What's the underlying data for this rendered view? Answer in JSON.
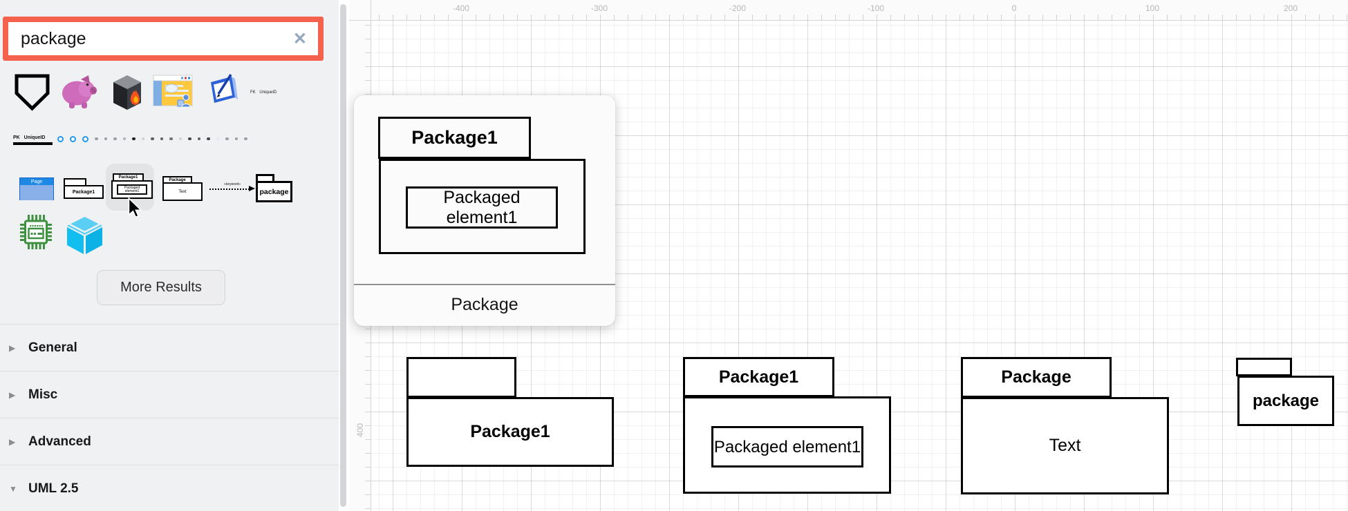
{
  "colors": {
    "search_highlight_red": "#F4614D",
    "pager_active_blue": "#2196F3",
    "page_shape_blue": "#1E88E5",
    "chip_green": "#3F9142",
    "cube_cyan": "#12BEF0",
    "sidebar_bg": "#EFF1F3"
  },
  "search": {
    "value": "package",
    "clear_icon": "✕"
  },
  "icons": {
    "chevron_right": "▶",
    "chevron_down": "▼",
    "icon_names": [
      "pentagon-shield",
      "piggy-bank",
      "firewall-server",
      "application-window-user",
      "vote-pencil",
      "fk-unique-id-row",
      "pk-unique-id-row",
      "page",
      "uml-package",
      "uml-package-with-element",
      "uml-package-text",
      "dependency-arrow",
      "uml-package-bold",
      "microchip",
      "package-cube"
    ]
  },
  "palette": {
    "fk_label": "FK UniqueID",
    "pk_label": "PK UniqueID",
    "page": {
      "label": "Page"
    },
    "package1_folder": {
      "label": "Package1"
    },
    "package_element": {
      "tab": "Package1",
      "inner": "Packaged element1"
    },
    "package_text": {
      "tab": "Package",
      "body": "Text"
    },
    "arrow": {
      "label": "«keyword»"
    },
    "package_bold": {
      "label": "package"
    },
    "dots": [
      {
        "type": "ring"
      },
      {
        "type": "ring"
      },
      {
        "type": "ring"
      },
      {
        "type": "dot",
        "color": "#9aa0a6"
      },
      {
        "type": "dot",
        "color": "#9aa0a6"
      },
      {
        "type": "dot",
        "color": "#9aa0a6"
      },
      {
        "type": "dot",
        "color": "#aeb2b6"
      },
      {
        "type": "dot",
        "color": "#1e2124"
      },
      {
        "type": "dot",
        "color": "#ced1d5"
      },
      {
        "type": "dot",
        "color": "#5c6065"
      },
      {
        "type": "dot",
        "color": "#5c6065"
      },
      {
        "type": "dot",
        "color": "#70747a"
      },
      {
        "type": "dot",
        "color": "#ced1d5"
      },
      {
        "type": "dot",
        "color": "#45494e"
      },
      {
        "type": "dot",
        "color": "#5c6065"
      },
      {
        "type": "dot",
        "color": "#45494e"
      },
      {
        "type": "dot",
        "color": "#dde9f8"
      },
      {
        "type": "dot",
        "color": "#9aa0a6"
      },
      {
        "type": "dot",
        "color": "#9aa0a6"
      },
      {
        "type": "dot",
        "color": "#9aa0a6"
      }
    ]
  },
  "more_results": {
    "label": "More Results"
  },
  "sections": [
    {
      "label": "General",
      "expanded": false
    },
    {
      "label": "Misc",
      "expanded": false
    },
    {
      "label": "Advanced",
      "expanded": false
    },
    {
      "label": "UML 2.5",
      "expanded": true
    }
  ],
  "preview": {
    "tab": "Package1",
    "inner": "Packaged element1",
    "caption": "Package"
  },
  "rulers": {
    "h_labels": [
      "-400",
      "-300",
      "-200",
      "-100",
      "0",
      "100",
      "200"
    ],
    "v_label": "400"
  },
  "canvas_shapes": [
    {
      "id": "package1-plain",
      "tab_label": "",
      "body_label": "Package1"
    },
    {
      "id": "package1-with-element",
      "tab_label": "Package1",
      "inner_label": "Packaged element1"
    },
    {
      "id": "package-with-text",
      "tab_label": "Package",
      "body_label": "Text"
    },
    {
      "id": "package-small",
      "tab_label": "",
      "body_label": "package"
    }
  ]
}
